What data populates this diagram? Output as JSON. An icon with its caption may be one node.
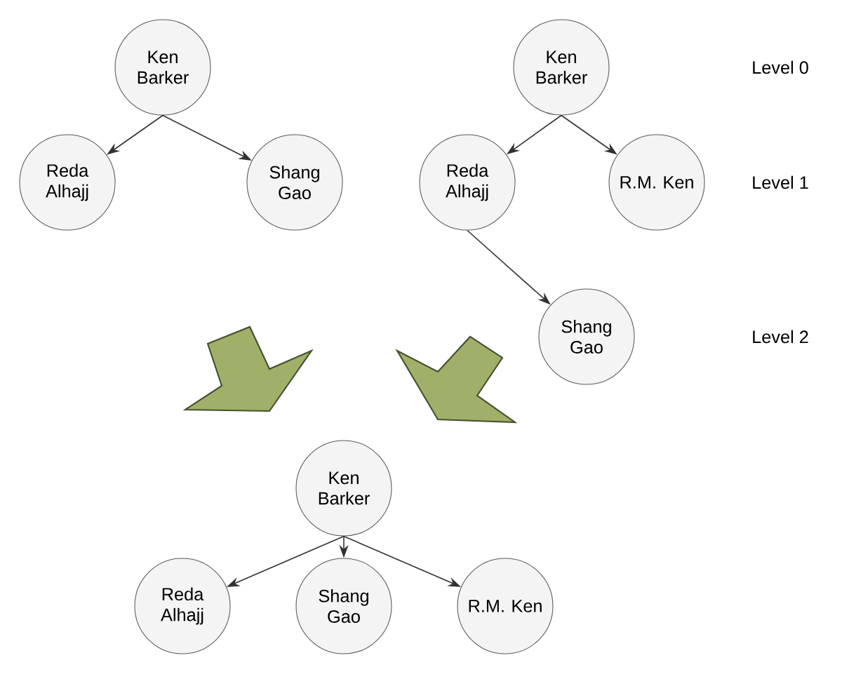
{
  "diagram": {
    "nodes": [
      {
        "text": [
          "Ken Barker"
        ]
      },
      {
        "text": [
          "Reda Alhajj"
        ]
      },
      {
        "text": [
          "Shang Gao"
        ]
      },
      {
        "text": [
          "Ken Barker"
        ]
      },
      {
        "text": [
          "Reda Alhajj"
        ]
      },
      {
        "text": [
          "R.M. Ken"
        ]
      },
      {
        "text": [
          "Shang Gao"
        ]
      },
      {
        "text": [
          "Ken Barker"
        ]
      },
      {
        "text": [
          "Reda Alhajj"
        ]
      },
      {
        "text": [
          "Shang Gao"
        ]
      },
      {
        "text": [
          "R.M. Ken"
        ]
      }
    ],
    "edges": [
      {
        "from": 0,
        "to": 1,
        "arrow": "to"
      },
      {
        "from": 0,
        "to": 2,
        "arrow": "to"
      },
      {
        "from": 3,
        "to": 4,
        "arrow": "to"
      },
      {
        "from": 3,
        "to": 5,
        "arrow": "to"
      },
      {
        "from": 4,
        "to": 6,
        "arrow": "to"
      },
      {
        "from": 7,
        "to": 8,
        "arrow": "to"
      },
      {
        "from": 7,
        "to": 9,
        "arrow": "to"
      },
      {
        "from": 7,
        "to": 10,
        "arrow": "to"
      }
    ],
    "labels": [
      "Level 0",
      "Level 1",
      "Level 2"
    ]
  }
}
